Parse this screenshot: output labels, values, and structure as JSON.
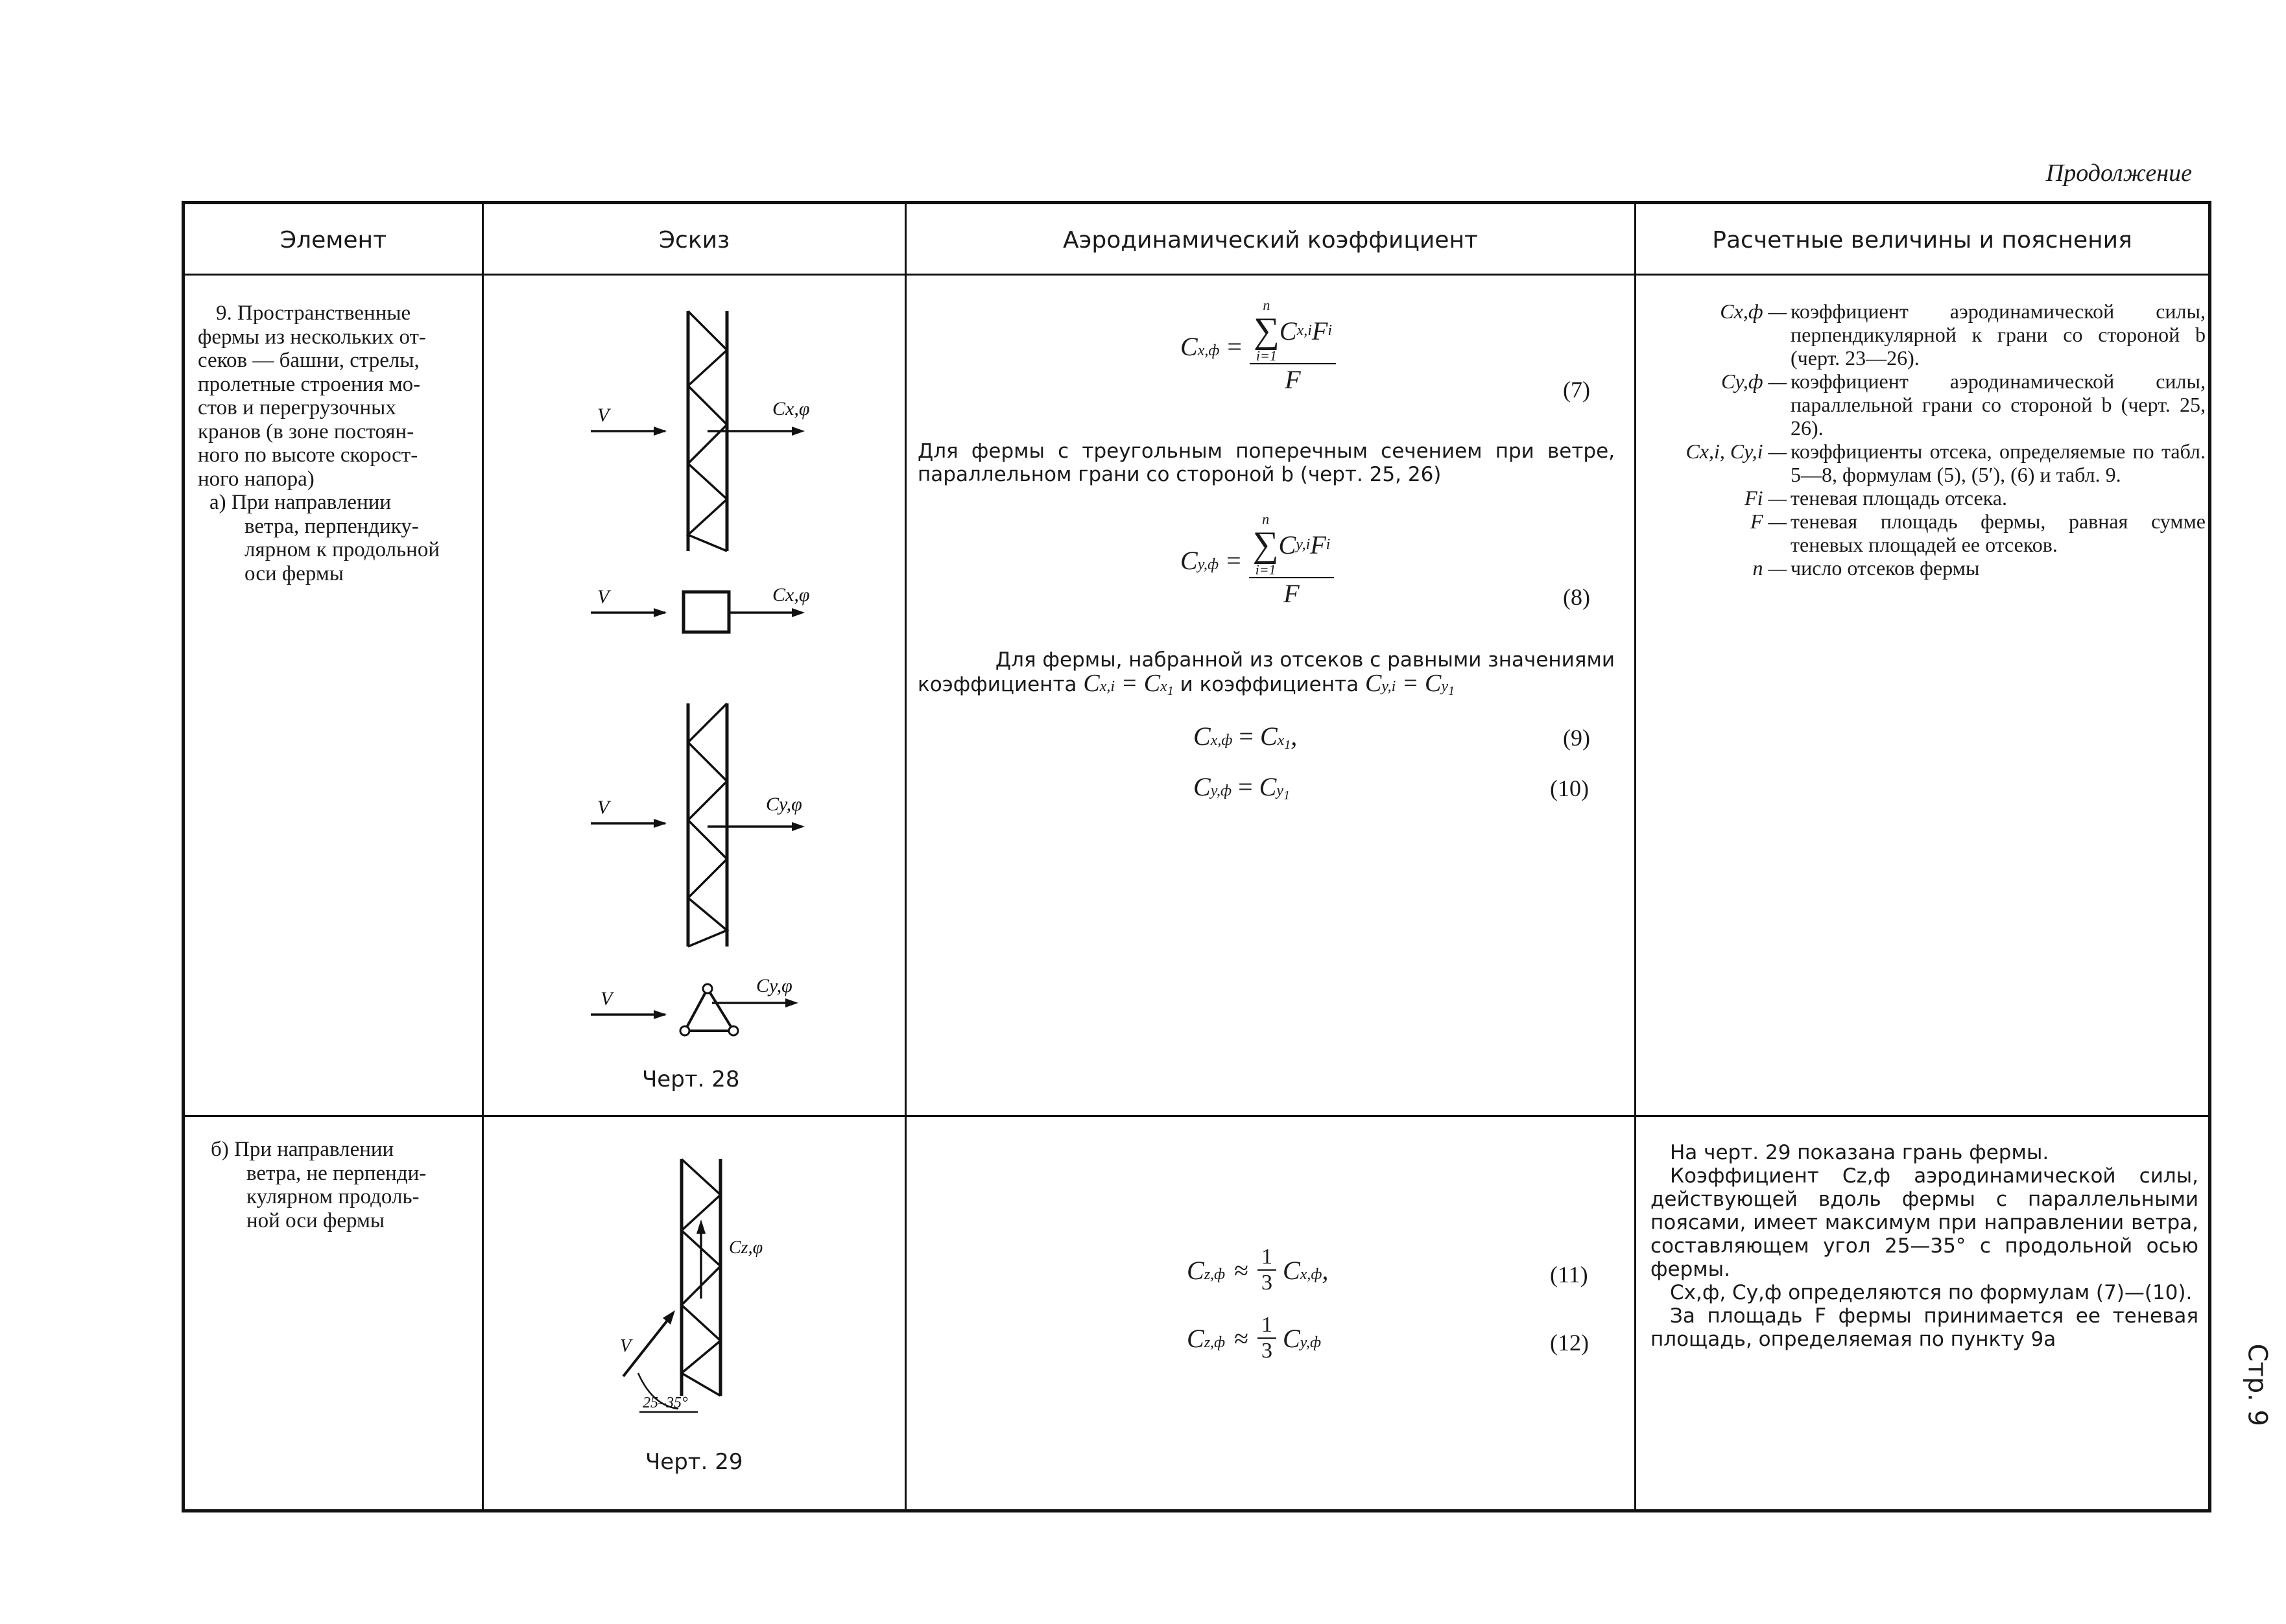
{
  "continuation": "Продолжение",
  "page_label": "Стр. 9",
  "headers": [
    "Элемент",
    "Эскиз",
    "Аэродинамический коэффициент",
    "Расчетные величины и пояснения"
  ],
  "row1": {
    "element_lines": [
      "9. Пространственные",
      "фермы из нескольких от-",
      "секов — башни, стрелы,",
      "пролетные строения мо-",
      "стов и перегрузочных",
      "кранов (в зоне постоян-",
      "ного по высоте скорост-",
      "ного напора)"
    ],
    "element_sub_lines": [
      "а) При направлении",
      "ветра, перпендику-",
      "лярном к продольной",
      "оси фермы"
    ],
    "sketch_labels": [
      "V",
      "Cx,φ",
      "V",
      "Cx,φ",
      "V",
      "Cy,φ",
      "V",
      "Cy,φ"
    ],
    "sketch_caption": "Черт. 28",
    "eq7_sum_top": "n",
    "eq7_sum_bottom": "i=1",
    "eq7_lhs": "C",
    "eq7_lhs_sub": "x,ф",
    "eq7_num": "C",
    "eq7_num_sub": "x,i",
    "eq7_num_tail": "F",
    "eq7_num_tail_sub": "i",
    "eq7_den": "F",
    "eq7_no": "(7)",
    "text_triangular": "Для фермы с треугольным поперечным сечением при ветре, параллельном грани со стороной b (черт. 25, 26)",
    "eq8_lhs_sub": "y,ф",
    "eq8_num_sub": "y,i",
    "eq8_no": "(8)",
    "text_equal_1": "Для фермы, набранной из отсеков с равными значениями",
    "text_equal_2": "коэффициента",
    "text_equal_3": "и коэффициента",
    "eq9_no": "(9)",
    "eq10_no": "(10)",
    "defs": [
      {
        "sym": "Cx,ф —",
        "text": "коэффициент аэродинамической силы, перпендикулярной к грани со стороной b (черт. 23—26)."
      },
      {
        "sym": "Cy,ф —",
        "text": "коэффициент аэродинамической силы, параллельной грани со стороной b (черт. 25, 26)."
      },
      {
        "sym": "Cx,i, Cy,i —",
        "text": "коэффициенты отсека, определяемые по табл. 5—8, формулам (5), (5′), (6) и табл. 9."
      },
      {
        "sym": "Fi —",
        "text": "теневая площадь отсека."
      },
      {
        "sym": "F —",
        "text": "теневая площадь фермы, равная сумме теневых площадей ее отсеков."
      },
      {
        "sym": "n —",
        "text": "число отсеков фермы"
      }
    ]
  },
  "row2": {
    "element_lines": [
      "б) При направлении",
      "ветра, не перпенди-",
      "кулярном продоль-",
      "ной оси фермы"
    ],
    "sketch_labels": [
      "V",
      "Cz,φ",
      "25–35°"
    ],
    "sketch_caption": "Черт. 29",
    "eq11_no": "(11)",
    "eq12_no": "(12)",
    "frac_num": "1",
    "frac_den": "3",
    "expl_1": "На черт. 29 показана грань фермы.",
    "expl_2": "Коэффициент Cz,ф аэродинамической силы, действующей вдоль фермы с параллельными поясами, имеет максимум при направлении ветра, составляющем угол 25—35° с продольной осью фермы.",
    "expl_3": "Cx,ф, Cy,ф определяются по формулам (7)—(10).",
    "expl_4": "За площадь F фермы принимается ее теневая площадь, определяемая по пункту 9а"
  }
}
